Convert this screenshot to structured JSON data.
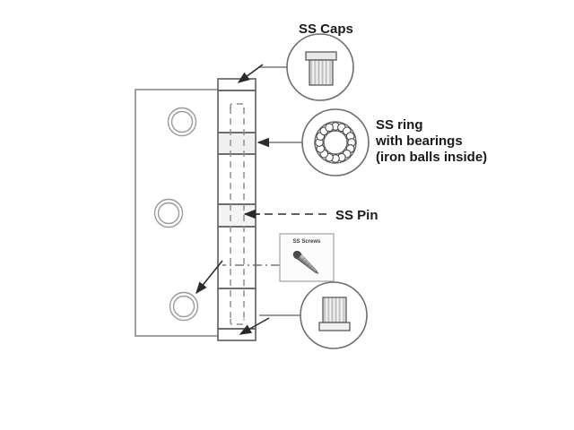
{
  "diagram": {
    "title": "Ball bearing door hinge exploded callout diagram",
    "background_color": "#ffffff",
    "line_color": "#6e6e6e",
    "dark_line_color": "#4a4a4a",
    "text_color": "#1a1a1a",
    "callouts": [
      {
        "id": "ss-caps",
        "label": "SS Caps",
        "label_lines": [
          "SS Caps"
        ],
        "detail_icon": "cap-cylinder-icon",
        "points_to": "top knuckle cap"
      },
      {
        "id": "ss-ring",
        "label": "SS ring with bearings (iron balls inside)",
        "label_lines": [
          "SS ring",
          "with bearings",
          "(iron balls inside)"
        ],
        "detail_icon": "ball-bearing-ring-icon",
        "points_to": "second knuckle joint",
        "ball_count": 16
      },
      {
        "id": "ss-pin",
        "label": "SS Pin",
        "label_lines": [
          "SS Pin"
        ],
        "detail_icon": "dash-dot-leader-icon",
        "points_to": "center pin bore"
      },
      {
        "id": "ss-screws",
        "label": "SS Screws",
        "label_lines": [
          "SS Screws"
        ],
        "detail_icon": "countersunk-screw-icon",
        "points_to": "lower leaf screw hole"
      },
      {
        "id": "ss-caps-bottom",
        "label": "",
        "label_lines": [],
        "detail_icon": "cap-cylinder-inverted-icon",
        "points_to": "bottom knuckle cap"
      }
    ],
    "hinge": {
      "leaf_holes": 3,
      "knuckle_segments": 6,
      "hidden_pin_visible": true
    }
  }
}
